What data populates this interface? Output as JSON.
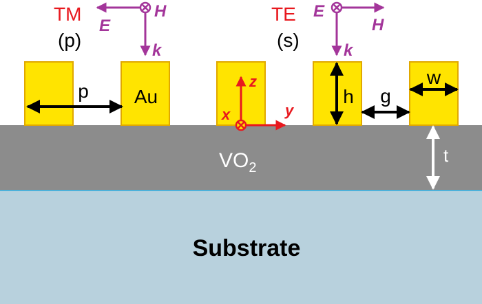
{
  "colors": {
    "gold": "#ffe400",
    "gold_edge": "#e0a800",
    "vo2": "#8c8c8c",
    "substrate": "#b8d1dd",
    "substrate_edge": "#2aa7d9",
    "red": "#e8181e",
    "magenta": "#a3359a",
    "black": "#000000",
    "white": "#ffffff"
  },
  "polarization": {
    "tm": {
      "title": "TM",
      "mode": "(p)",
      "e": "E",
      "h": "H",
      "k": "k"
    },
    "te": {
      "title": "TE",
      "mode": "(s)",
      "e": "E",
      "h": "H",
      "k": "k"
    }
  },
  "labels": {
    "period": "p",
    "gold": "Au",
    "height": "h",
    "gap": "g",
    "width": "w",
    "thickness": "t",
    "film_main": "VO",
    "film_sub": "2",
    "substrate": "Substrate"
  },
  "axes": {
    "x": "x",
    "y": "y",
    "z": "z"
  }
}
